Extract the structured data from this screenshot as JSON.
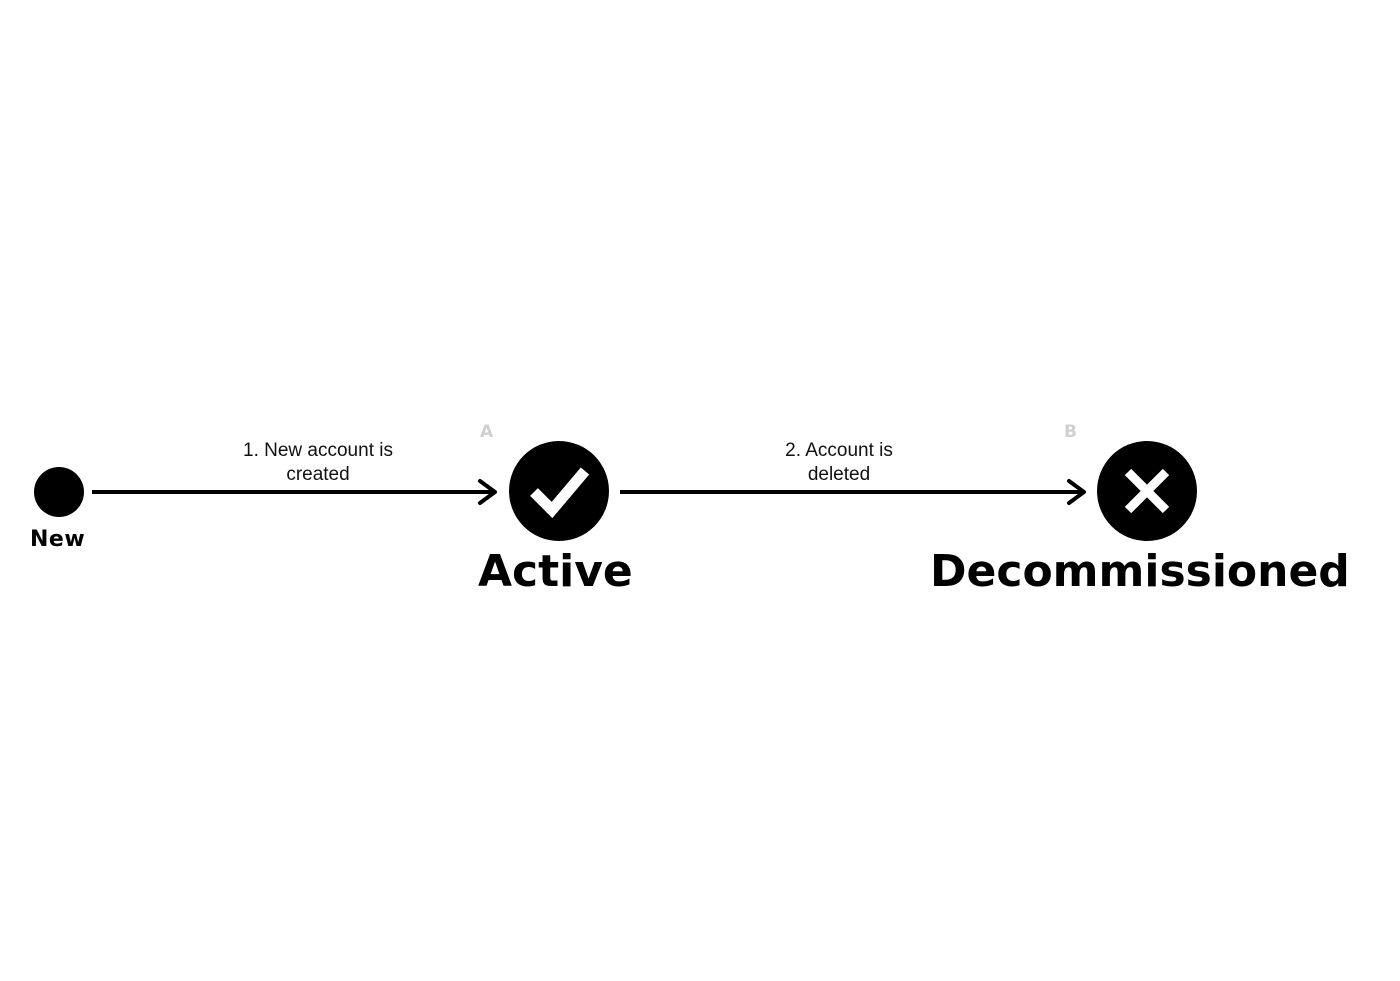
{
  "colors": {
    "ink": "#000000",
    "marker": "#d0d0d0",
    "icon_fill": "#ffffff"
  },
  "states": {
    "new": {
      "label": "New"
    },
    "active": {
      "label": "Active",
      "marker": "A",
      "icon": "check-icon"
    },
    "decommissioned": {
      "label": "Decommissioned",
      "marker": "B",
      "icon": "close-icon"
    }
  },
  "transitions": [
    {
      "line1": "1. New account is",
      "line2": "created"
    },
    {
      "line1": "2. Account is",
      "line2": "deleted"
    }
  ]
}
